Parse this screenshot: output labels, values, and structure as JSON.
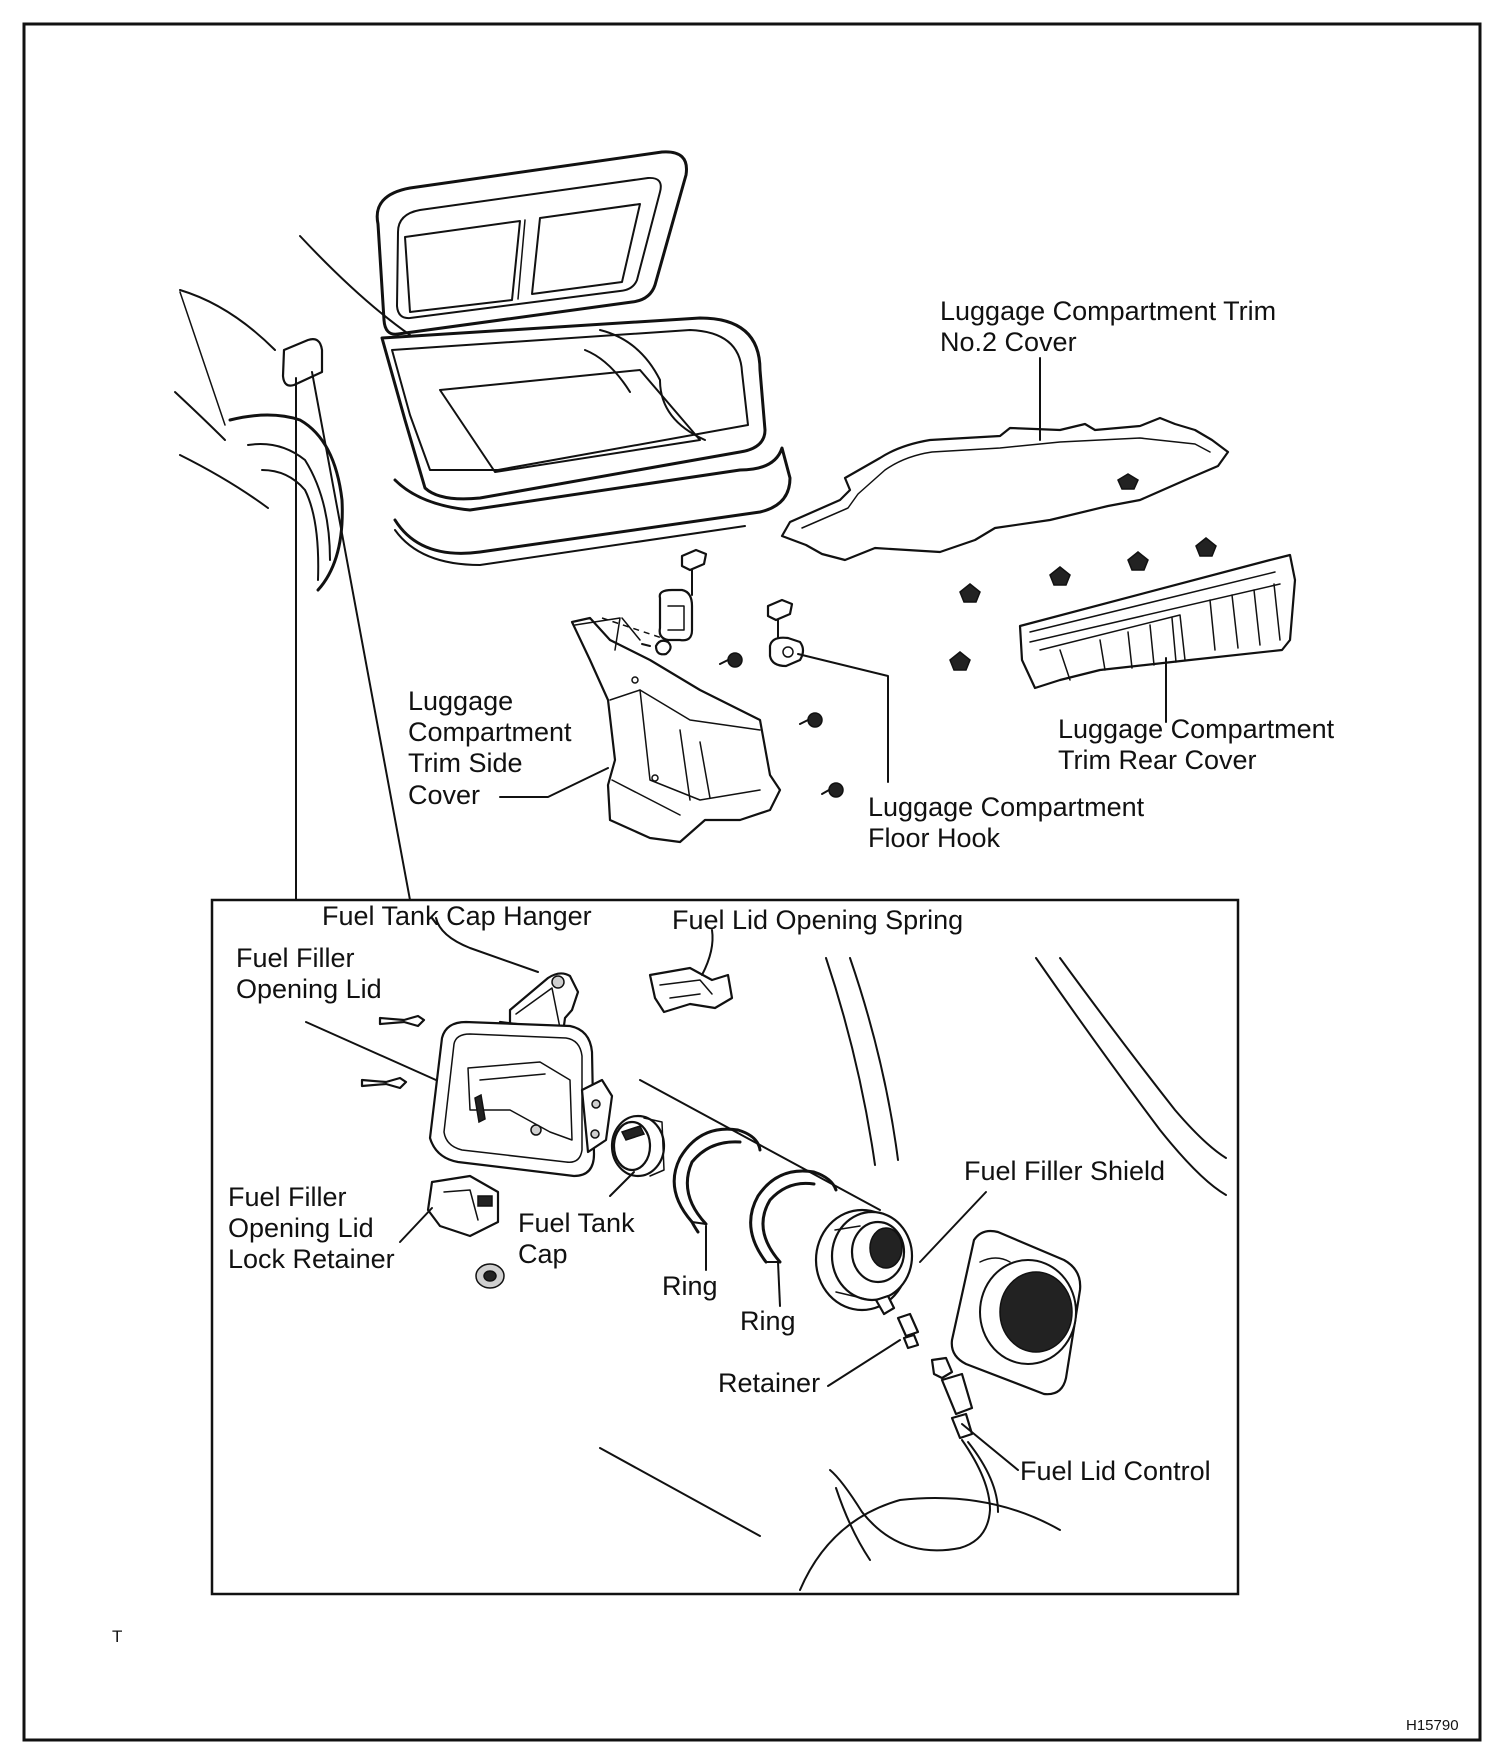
{
  "figure": {
    "code": "H15790",
    "corner_mark": "T"
  },
  "labels": {
    "trim_no2_cover": [
      "Luggage Compartment Trim",
      "No.2 Cover"
    ],
    "trim_side_cover": [
      "Luggage",
      "Compartment",
      "Trim Side",
      "Cover"
    ],
    "trim_rear_cover": [
      "Luggage Compartment",
      "Trim Rear Cover"
    ],
    "floor_hook": [
      "Luggage Compartment",
      "Floor Hook"
    ],
    "fuel_tank_cap_hanger": [
      "Fuel Tank Cap Hanger"
    ],
    "fuel_lid_opening_spring": [
      "Fuel Lid Opening Spring"
    ],
    "fuel_filler_opening_lid": [
      "Fuel Filler",
      "Opening Lid"
    ],
    "fuel_filler_opening_lid_lock_retainer": [
      "Fuel Filler",
      "Opening Lid",
      "Lock Retainer"
    ],
    "fuel_tank_cap": [
      "Fuel Tank",
      "Cap"
    ],
    "ring_1": [
      "Ring"
    ],
    "ring_2": [
      "Ring"
    ],
    "fuel_filler_shield": [
      "Fuel Filler Shield"
    ],
    "retainer": [
      "Retainer"
    ],
    "fuel_lid_control": [
      "Fuel Lid Control"
    ]
  }
}
